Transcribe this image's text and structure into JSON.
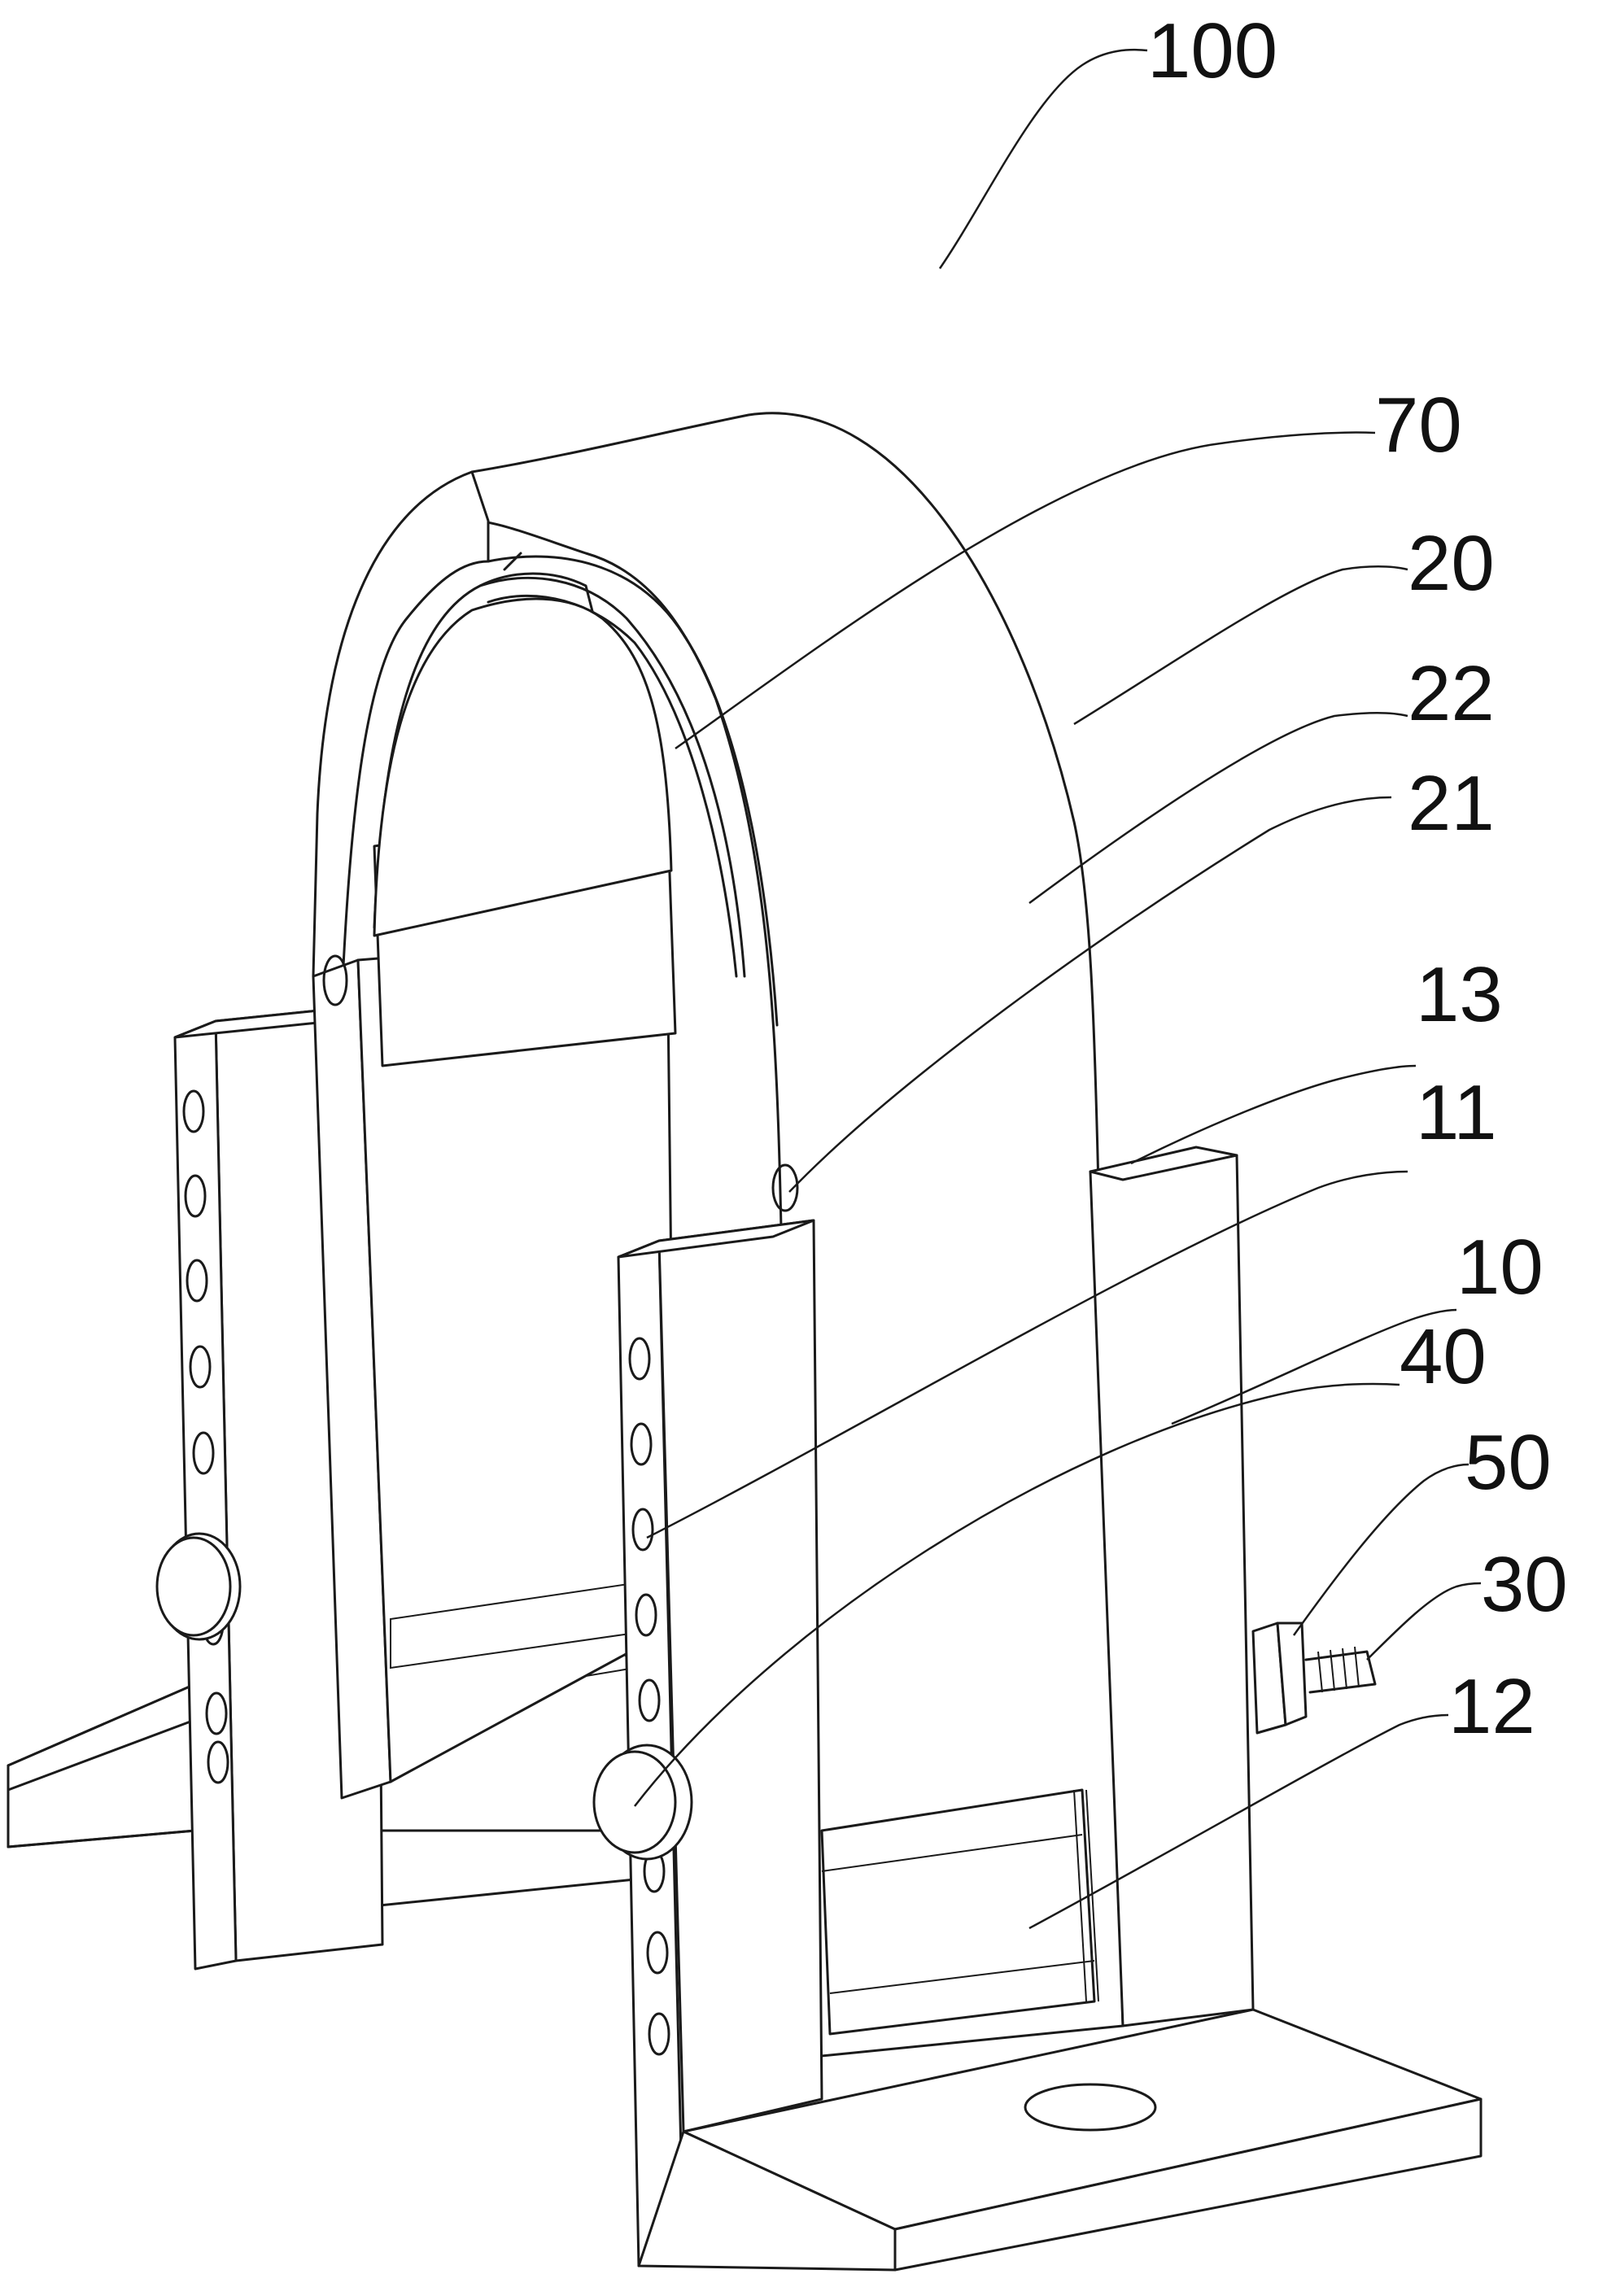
{
  "diagram": {
    "reference_numerals": {
      "assembly": "100",
      "liner": "70",
      "clamp_arch": "20",
      "arch_face": "22",
      "arch_hole": "21",
      "slot": "13",
      "adjust_holes": "11",
      "bracket": "10",
      "knob": "40",
      "nut": "50",
      "bolt": "30",
      "window": "12"
    },
    "colors": {
      "line": "#1a1a1a",
      "background": "#ffffff"
    }
  }
}
